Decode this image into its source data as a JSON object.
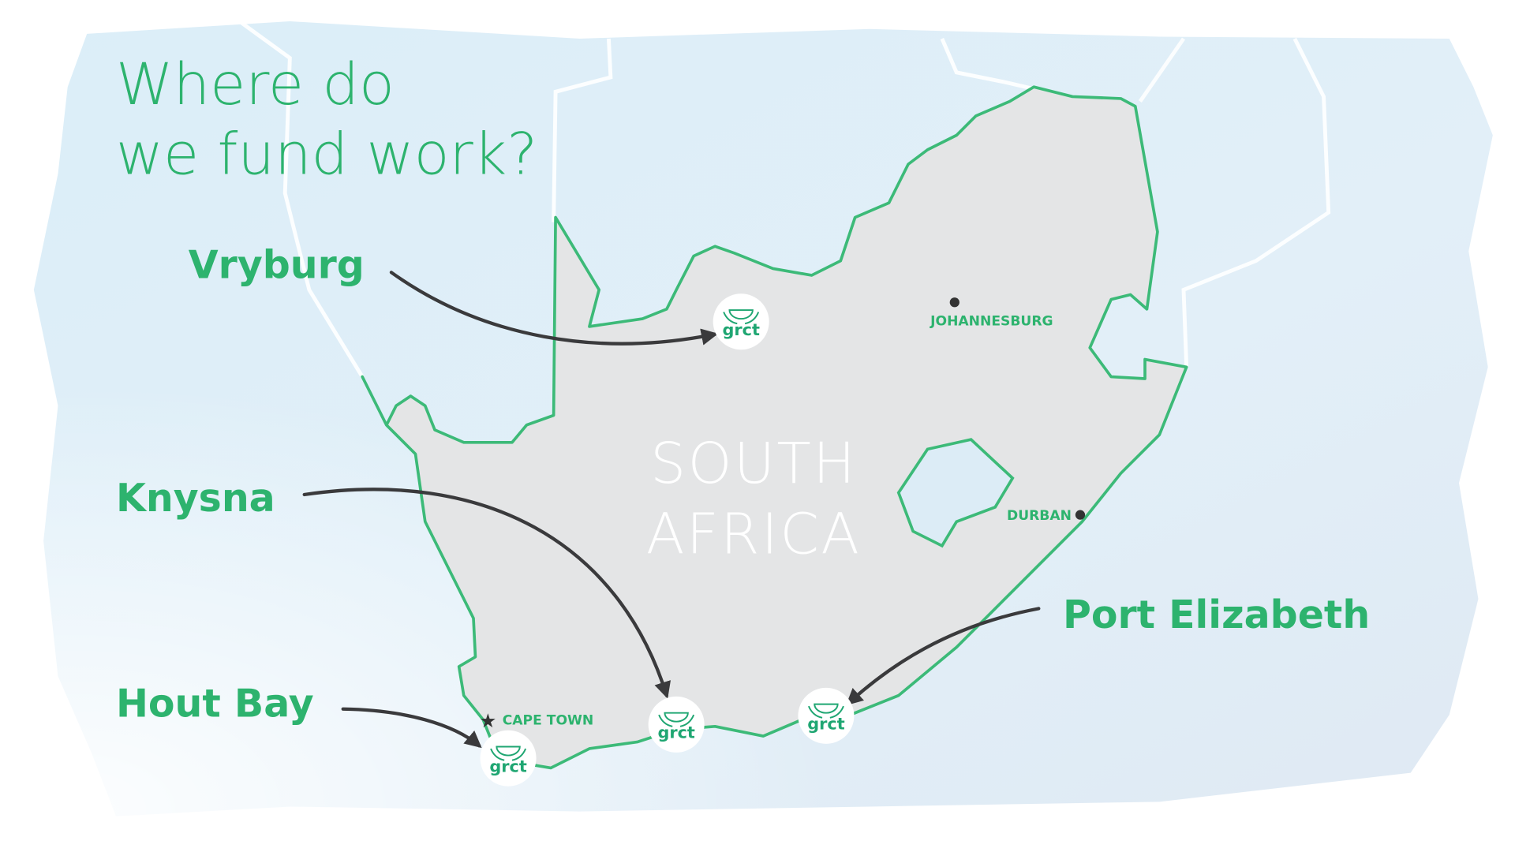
{
  "title": {
    "line1": "Where do",
    "line2": "we fund work?"
  },
  "country": {
    "line1": "SOUTH",
    "line2": "AFRICA"
  },
  "locations": [
    {
      "name": "Vryburg"
    },
    {
      "name": "Knysna"
    },
    {
      "name": "Hout Bay"
    },
    {
      "name": "Port Elizabeth"
    }
  ],
  "cities": [
    {
      "name": "JOHANNESBURG",
      "marker": "dot"
    },
    {
      "name": "DURBAN",
      "marker": "dot"
    },
    {
      "name": "CAPE TOWN",
      "marker": "star"
    }
  ],
  "logo": {
    "text": "grct"
  },
  "colors": {
    "accent": "#2db36e",
    "land": "#e4e5e6",
    "water": "#dcecf6",
    "arrow": "#3a3a3c"
  }
}
